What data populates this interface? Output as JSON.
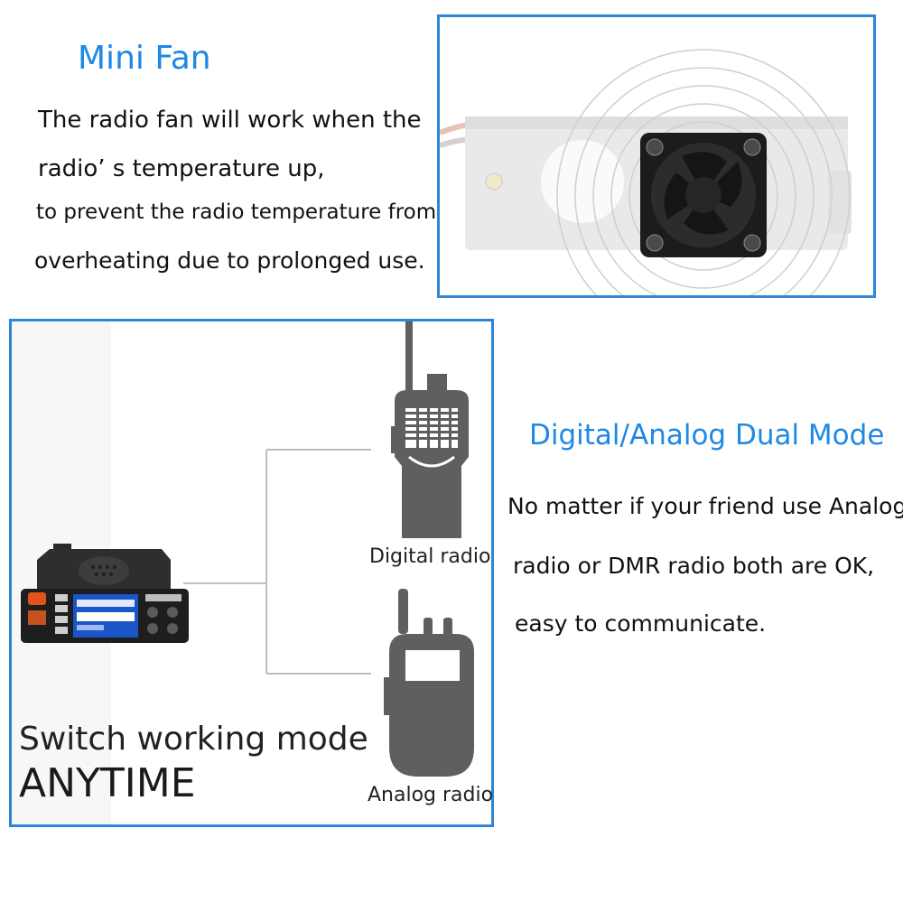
{
  "fan_section": {
    "title": "Mini Fan",
    "lines": [
      "The radio fan will work when the",
      "radio’ s temperature up,",
      "to prevent the radio temperature from",
      "overheating due to prolonged use."
    ]
  },
  "mode_section": {
    "title": "Digital/Analog Dual Mode",
    "lines": [
      "No  matter if your friend use Analog",
      "radio or DMR radio both are OK,",
      "easy to communicate."
    ]
  },
  "diagram": {
    "digital_label": "Digital radio",
    "analog_label": "Analog radio",
    "switch_line1": "Switch working mode",
    "switch_line2": "ANYTIME"
  },
  "colors": {
    "accent": "#1e88e5",
    "frame": "#2f86d8",
    "icon_gray": "#5f5f5f"
  }
}
